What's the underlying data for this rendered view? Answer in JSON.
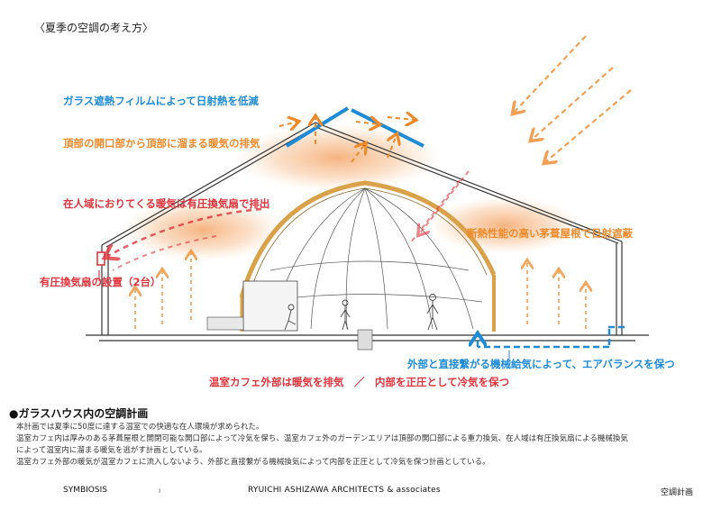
{
  "heading": "〈夏季の空調の考え方〉",
  "labels": {
    "glass_film": "ガラス遮熱フィルムによって日射熱を低減",
    "top_opening": "頂部の開口部から頂部に溜まる暖気の排気",
    "pressure_fan_exhaust": "在人域におりてくる暖気は有圧換気扇で排出",
    "thatch_roof": "断熱性能の高い茅葺屋根で日射遮蔽",
    "fan_install": "有圧換気扇の設置（2台）",
    "mech_supply": "外部と直接繋がる機械給気によって、エアバランスを保つ",
    "bottom_statement": "温室カフェ外部は暖気を排気　／　内部を正圧として冷気を保つ"
  },
  "section": {
    "title": "●ガラスハウス内の空調計画",
    "paragraphs": [
      "本計画では夏季に50度に達する温室での快適な在人環境が求められた。",
      "温室カフェ内は厚みのある茅葺屋根と開閉可能な開口部によって冷気を保ち、温室カフェ外のガーデンエリアは頂部の開口部による重力換気、在人域は有圧換気扇による機械換気",
      "によって温室内に溜まる暖気を逃がす計画としている。",
      "温室カフェ外部の暖気が温室カフェに流入しないよう、外部と直接繋がる機械換気によって内部を正圧として冷気を保つ計画としている。"
    ]
  },
  "footer": {
    "left": "SYMBIOSIS",
    "dot": "ı",
    "center": "RYUICHI ASHIZAWA ARCHITECTS & associates",
    "right": "空調計画"
  },
  "colors": {
    "blue": "#1e8bd6",
    "orange": "#ef8a2a",
    "red": "#e0343c",
    "thatch": "#d9a24a"
  }
}
